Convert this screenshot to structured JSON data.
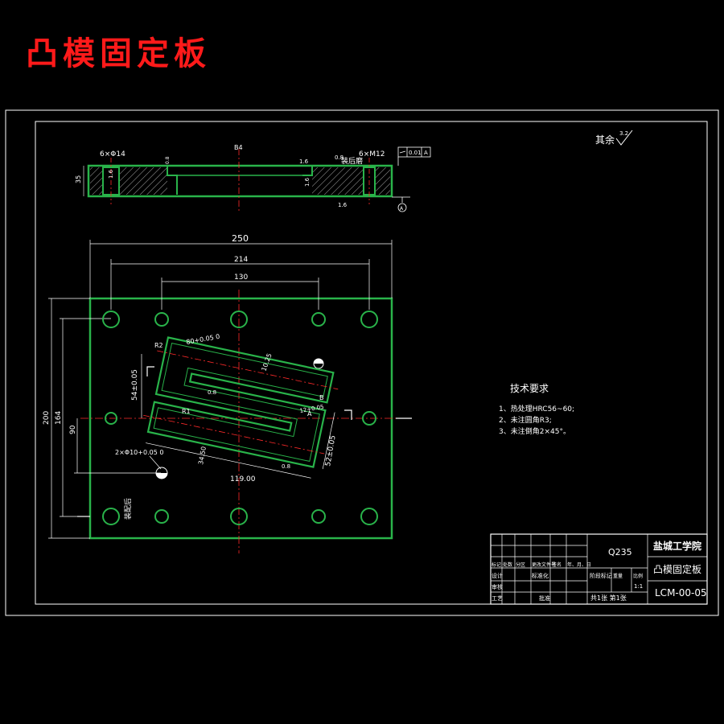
{
  "title": "凸模固定板",
  "roughness_note": {
    "label": "其余",
    "value": "3.2"
  },
  "section_view": {
    "hole_note_left": "6×Φ14",
    "hole_note_right": "6×M12",
    "center_mark": "B4",
    "thickness_dim": "35",
    "roughness_1": "1.6",
    "roughness_2": "1.6",
    "roughness_3": "0.8",
    "roughness_4": "1.6",
    "other_note": "0.8",
    "flatness_value": "0.01",
    "datum_label": "A",
    "side_note": "装后磨",
    "bottom_roughness": "1.6",
    "datum_symbol": "A"
  },
  "plan_view": {
    "dim_total_width": "250",
    "dim_hole_span": "214",
    "dim_inner_span": "130",
    "dim_total_height": "200",
    "dim_h164": "164",
    "dim_h90": "90",
    "dim_54": "54±0.05",
    "dim_80": "80+0.05 0",
    "dim_10": "10.25",
    "dim_119": "119.00",
    "dim_52": "52±0.05",
    "dim_34": "34.50",
    "dim_12": "12+0.05",
    "radius_1": "R1",
    "radius_2": "R2",
    "pin_note": "2×Φ10+0.05 0",
    "roughness_inner_1": "0.8",
    "roughness_inner_2": "0.8",
    "section_b": "B",
    "section_mark": "A",
    "assembly_note": "装配后"
  },
  "tech_requirements": {
    "heading": "技术要求",
    "items": [
      "1、热处理HRC56~60;",
      "2、未注圆角R3;",
      "3、未注倒角2×45°。"
    ]
  },
  "title_block": {
    "material": "Q235",
    "school": "盐城工学院",
    "part_name": "凸模固定板",
    "drawing_no": "LCM-00-05",
    "row_labels": [
      "标记",
      "设计",
      "审核",
      "工艺"
    ],
    "col_labels": [
      "处数",
      "分区",
      "更改文件号",
      "签名",
      "年、月、日"
    ],
    "std_label": "标准化",
    "approve_label": "批准",
    "stage_label": "阶段标记",
    "weight_label": "重量",
    "scale_label": "比例",
    "scale_value": "1:1",
    "sheet_info": "共1张 第1张"
  },
  "colors": {
    "outline": "#29b34a",
    "line": "#ffffff",
    "center": "#ff2a2a",
    "title": "#ff1a1a",
    "hatch": "#d9d9d9"
  }
}
